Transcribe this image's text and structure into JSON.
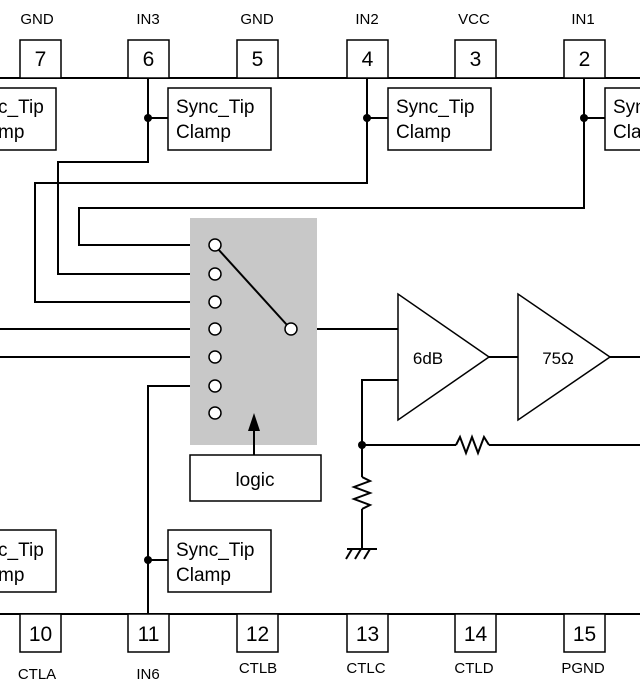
{
  "pins_top": [
    {
      "num": "7",
      "name": "GND"
    },
    {
      "num": "6",
      "name": "IN3"
    },
    {
      "num": "5",
      "name": "GND"
    },
    {
      "num": "4",
      "name": "IN2"
    },
    {
      "num": "3",
      "name": "VCC"
    },
    {
      "num": "2",
      "name": "IN1"
    }
  ],
  "pins_bottom": [
    {
      "num": "10",
      "name": "CTLA"
    },
    {
      "num": "11",
      "name": "IN6"
    },
    {
      "num": "12",
      "name": "CTLB"
    },
    {
      "num": "13",
      "name": "CTLC"
    },
    {
      "num": "14",
      "name": "CTLD"
    },
    {
      "num": "15",
      "name": "PGND"
    }
  ],
  "clamps": {
    "line1": "Sync_Tip",
    "line2": "Clamp",
    "partial_left_line1": "c_Tip",
    "partial_left_line2": "mp",
    "partial_right_line1": "Syn",
    "partial_right_line2": "Cla"
  },
  "logic_label": "logic",
  "amp_label": "6dB",
  "driver_label": "75Ω",
  "colors": {
    "line": "#000000",
    "switch_fill": "#c8c8c8"
  }
}
